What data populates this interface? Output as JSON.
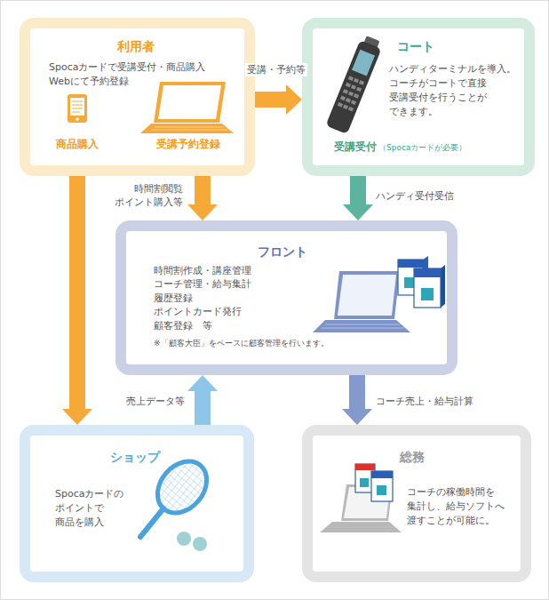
{
  "diagram": {
    "nodes": [
      {
        "text": [
          "利用者",
          "Spocaカードで受講受付・商品購入 Webにて予約登録",
          "商品購入",
          "受講予約登録"
        ]
      },
      {
        "text": [
          "コート",
          "ハンディターミナルを導入。 コーチがコートで直接 受講受付を行うことが できます。",
          "受講受付",
          "（Spocaカードが必要）"
        ]
      },
      {
        "text": [
          "フロント",
          "時間割作成・講座管理 コーチ管理・給与集計 履歴登録 ポイントカード発行 顧客登録　等",
          "※「顧客大臣」をベースに顧客管理を行います。"
        ]
      },
      {
        "text": [
          "ショップ",
          "Spocaカードの ポイントで 商品を購入"
        ]
      },
      {
        "text": [
          "総務",
          "コーチの稼働時間を 集計し、給与ソフトへ 渡すことが可能に。"
        ]
      }
    ],
    "edges": [
      {
        "from": 0,
        "to": 1,
        "label": "受講・予約等",
        "arrow": "to"
      },
      {
        "from": 0,
        "to": 2,
        "label": "時間割閲覧 ポイント購入等",
        "arrow": "to"
      },
      {
        "from": 0,
        "to": 3,
        "arrow": "to"
      },
      {
        "from": 1,
        "to": 2,
        "label": "ハンディ受付受信",
        "arrow": "to"
      },
      {
        "from": 3,
        "to": 2,
        "label": "売上データ等",
        "arrow": "to"
      },
      {
        "from": 2,
        "to": 4,
        "label": "コーチ売上・給与計算",
        "arrow": "to"
      }
    ]
  }
}
